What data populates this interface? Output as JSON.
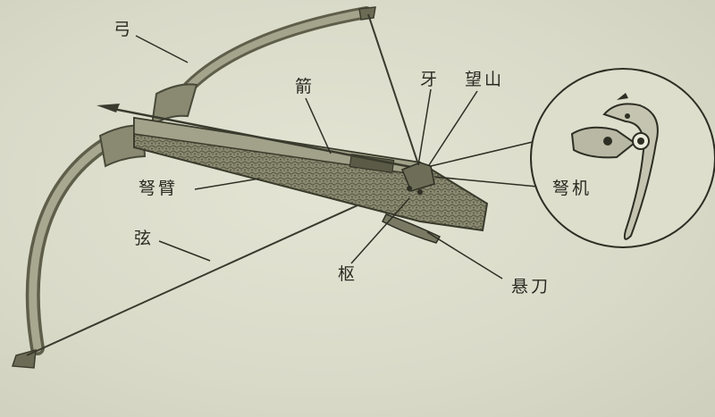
{
  "labels": {
    "gong": "弓",
    "jian": "箭",
    "ya": "牙",
    "wangshan": "望山",
    "nubi": "弩臂",
    "xian": "弦",
    "shu": "枢",
    "xuandao": "悬刀",
    "nuji": "弩机"
  },
  "colors": {
    "paper": "#dcdccb",
    "ink": "#2a2a22",
    "wood": "#7a7a62",
    "wood_dark": "#4a4a3a",
    "bow": "#8e8e76"
  }
}
